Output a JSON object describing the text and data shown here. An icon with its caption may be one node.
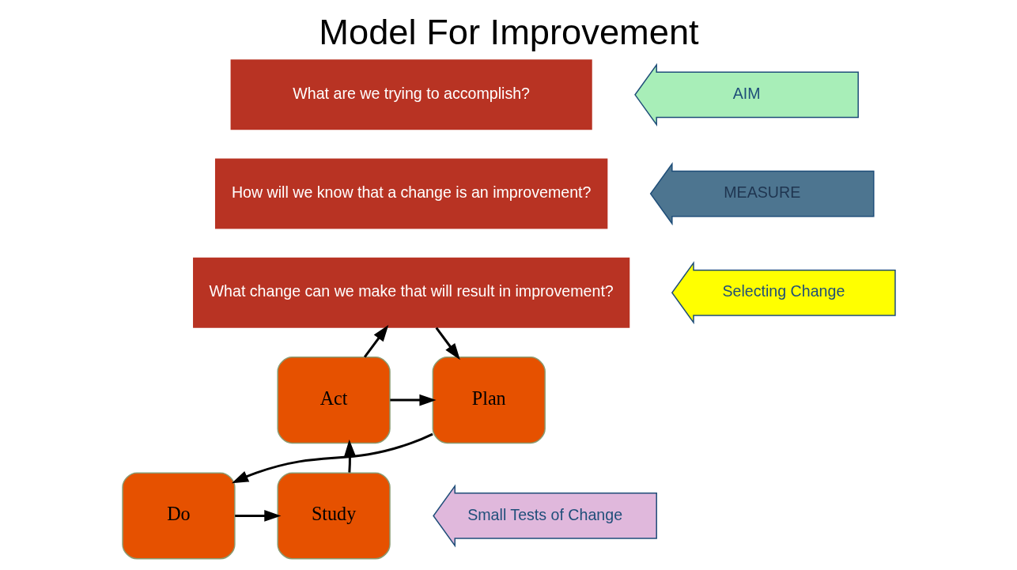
{
  "diagram": {
    "title": "Model For Improvement",
    "nodes": [
      {
        "text": [
          "What are we trying to accomplish?"
        ]
      },
      {
        "text": [
          "How will we know that a change is an improvement?"
        ]
      },
      {
        "text": [
          "What change can we make that will result in improvement?"
        ]
      },
      {
        "text": [
          "AIM"
        ]
      },
      {
        "text": [
          "MEASURE"
        ]
      },
      {
        "text": [
          "Selecting Change"
        ]
      },
      {
        "text": [
          "Act"
        ]
      },
      {
        "text": [
          "Plan"
        ]
      },
      {
        "text": [
          "Study"
        ]
      },
      {
        "text": [
          "Do"
        ]
      },
      {
        "text": [
          "Small Tests of Change"
        ]
      }
    ],
    "edges": [
      {
        "from": 2,
        "to": 7,
        "arrow": "to"
      },
      {
        "from": 6,
        "to": 2,
        "arrow": "to"
      },
      {
        "from": 6,
        "to": 7,
        "arrow": "to"
      },
      {
        "from": 7,
        "to": 9,
        "arrow": "to"
      },
      {
        "from": 9,
        "to": 8,
        "arrow": "to"
      },
      {
        "from": 8,
        "to": 6,
        "arrow": "to"
      }
    ]
  }
}
